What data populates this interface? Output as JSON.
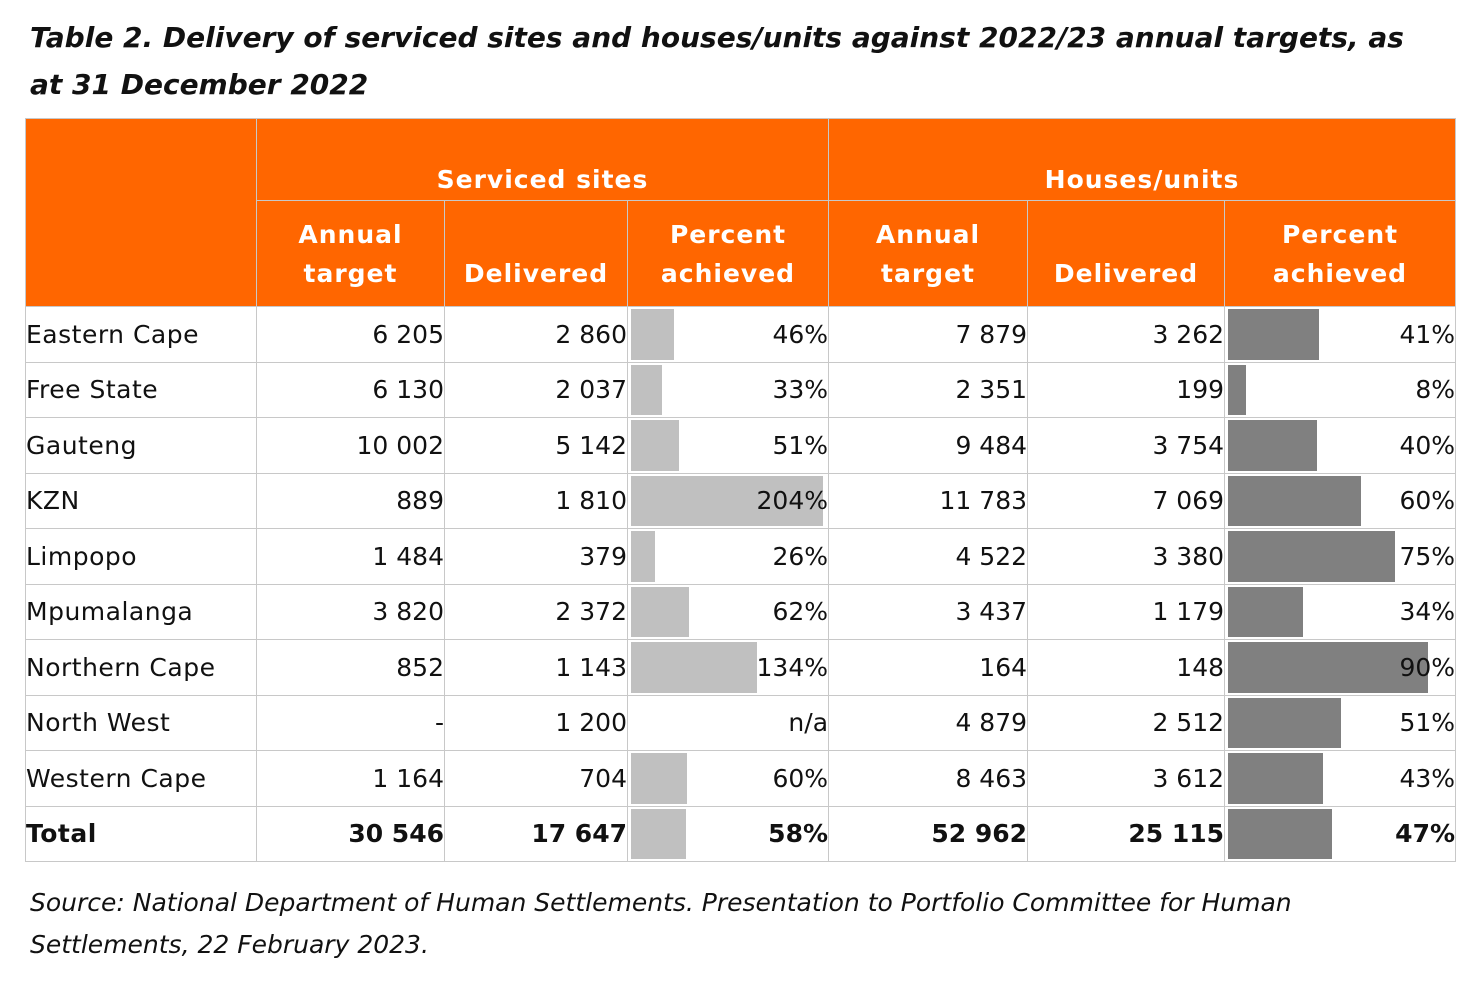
{
  "title": "Table 2. Delivery of serviced sites and houses/units against 2022/23 annual targets, as at 31 December 2022",
  "groups": {
    "serviced": "Serviced sites",
    "houses": "Houses/units"
  },
  "columns": {
    "annual_target": [
      "Annual",
      "target"
    ],
    "delivered": "Delivered",
    "percent_achieved": [
      "Percent",
      "achieved"
    ]
  },
  "rows": [
    {
      "name": "Eastern Cape",
      "s_target": "6 205",
      "s_delivered": "2 860",
      "s_pct": "46%",
      "s_pct_value": 46,
      "h_target": "7 879",
      "h_delivered": "3 262",
      "h_pct": "41%",
      "h_pct_value": 41
    },
    {
      "name": "Free State",
      "s_target": "6 130",
      "s_delivered": "2 037",
      "s_pct": "33%",
      "s_pct_value": 33,
      "h_target": "2 351",
      "h_delivered": "199",
      "h_pct": "8%",
      "h_pct_value": 8
    },
    {
      "name": "Gauteng",
      "s_target": "10 002",
      "s_delivered": "5 142",
      "s_pct": "51%",
      "s_pct_value": 51,
      "h_target": "9 484",
      "h_delivered": "3 754",
      "h_pct": "40%",
      "h_pct_value": 40
    },
    {
      "name": "KZN",
      "s_target": "889",
      "s_delivered": "1 810",
      "s_pct": "204%",
      "s_pct_value": 204,
      "h_target": "11 783",
      "h_delivered": "7 069",
      "h_pct": "60%",
      "h_pct_value": 60
    },
    {
      "name": "Limpopo",
      "s_target": "1 484",
      "s_delivered": "379",
      "s_pct": "26%",
      "s_pct_value": 26,
      "h_target": "4 522",
      "h_delivered": "3 380",
      "h_pct": "75%",
      "h_pct_value": 75
    },
    {
      "name": "Mpumalanga",
      "s_target": "3 820",
      "s_delivered": "2 372",
      "s_pct": "62%",
      "s_pct_value": 62,
      "h_target": "3 437",
      "h_delivered": "1 179",
      "h_pct": "34%",
      "h_pct_value": 34
    },
    {
      "name": "Northern Cape",
      "s_target": "852",
      "s_delivered": "1 143",
      "s_pct": "134%",
      "s_pct_value": 134,
      "h_target": "164",
      "h_delivered": "148",
      "h_pct": "90%",
      "h_pct_value": 90
    },
    {
      "name": "North West",
      "s_target": "-",
      "s_delivered": "1 200",
      "s_pct": "n/a",
      "s_pct_value": null,
      "h_target": "4 879",
      "h_delivered": "2 512",
      "h_pct": "51%",
      "h_pct_value": 51
    },
    {
      "name": "Western Cape",
      "s_target": "1 164",
      "s_delivered": "704",
      "s_pct": "60%",
      "s_pct_value": 60,
      "h_target": "8 463",
      "h_delivered": "3 612",
      "h_pct": "43%",
      "h_pct_value": 43
    }
  ],
  "total": {
    "name": "Total",
    "s_target": "30 546",
    "s_delivered": "17 647",
    "s_pct": "58%",
    "s_pct_value": 58,
    "h_target": "52 962",
    "h_delivered": "25 115",
    "h_pct": "47%",
    "h_pct_value": 47
  },
  "colors": {
    "header_bg": "#ff6600",
    "header_text": "#ffffff",
    "serviced_bar": "#c0c0c0",
    "houses_bar": "#808080",
    "grid": "#c8c8c8"
  },
  "source": "Source: National Department of Human Settlements. Presentation to Portfolio Committee for Human Settlements, 22 February 2023."
}
